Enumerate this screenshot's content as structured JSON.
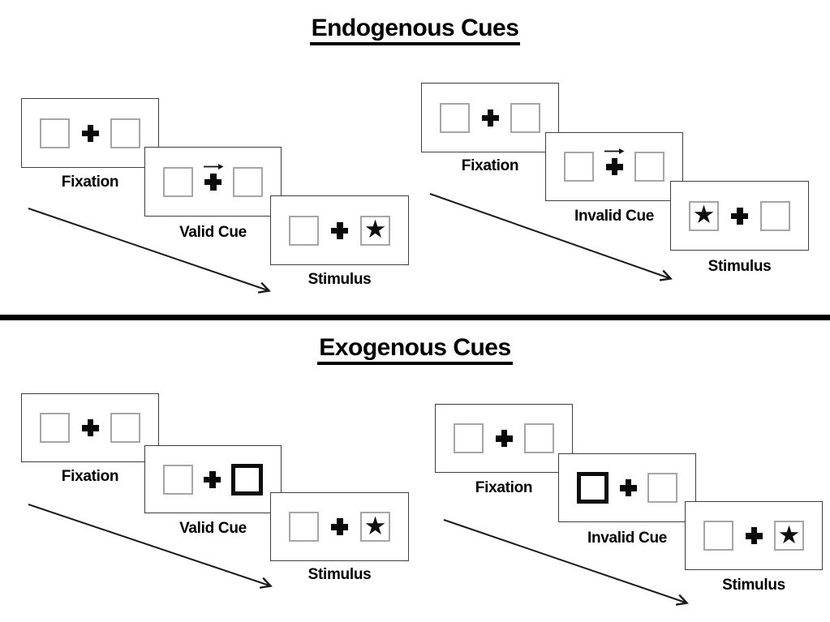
{
  "sections": [
    {
      "title": "Endogenous Cues",
      "groups": [
        {
          "name": "valid",
          "panels": [
            {
              "label": "Fixation"
            },
            {
              "label": "Valid Cue"
            },
            {
              "label": "Stimulus"
            }
          ]
        },
        {
          "name": "invalid",
          "panels": [
            {
              "label": "Fixation"
            },
            {
              "label": "Invalid Cue"
            },
            {
              "label": "Stimulus"
            }
          ]
        }
      ]
    },
    {
      "title": "Exogenous Cues",
      "groups": [
        {
          "name": "valid",
          "panels": [
            {
              "label": "Fixation"
            },
            {
              "label": "Valid Cue"
            },
            {
              "label": "Stimulus"
            }
          ]
        },
        {
          "name": "invalid",
          "panels": [
            {
              "label": "Fixation"
            },
            {
              "label": "Invalid Cue"
            },
            {
              "label": "Stimulus"
            }
          ]
        }
      ]
    }
  ],
  "glyphs": {
    "star": "★"
  },
  "colors": {
    "text": "#000000",
    "panel_border": "#3f3f3f",
    "placeholder_box_border": "#a6a6a6",
    "highlight_box_border": "#0d0d0d",
    "arrow": "#1a1a1a"
  }
}
